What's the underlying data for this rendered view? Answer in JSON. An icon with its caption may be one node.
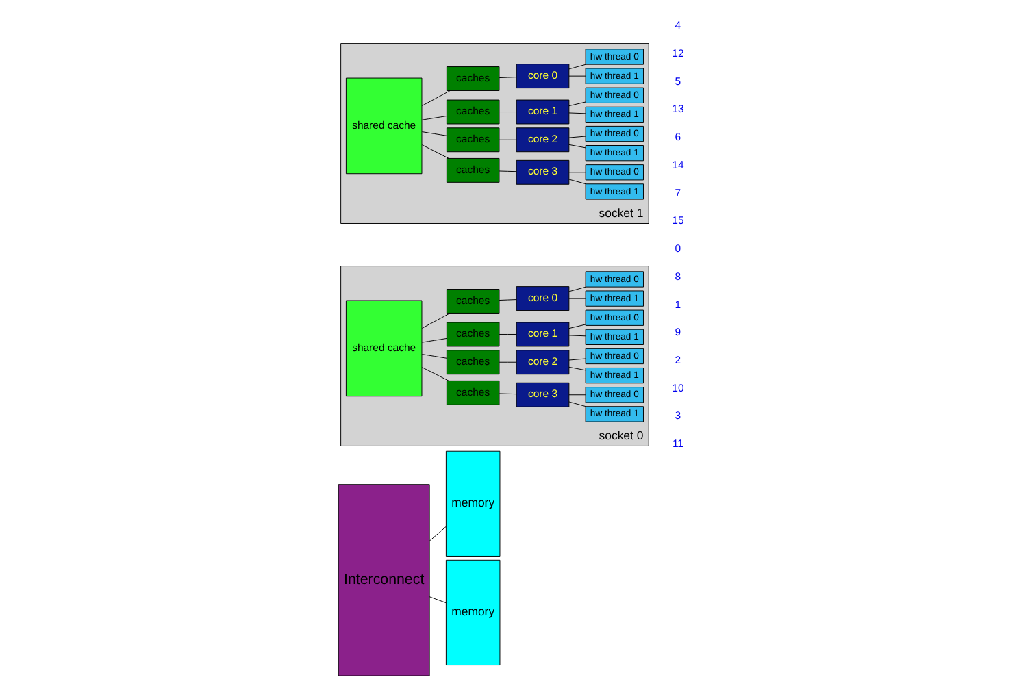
{
  "diagram": {
    "nodes": [
      {
        "text": [
          "Interconnect"
        ]
      },
      {
        "text": [
          "memory"
        ]
      },
      {
        "text": [
          "socket 0"
        ]
      },
      {
        "text": [
          "shared cache"
        ],
        "in": 2
      },
      {
        "text": [
          "caches"
        ],
        "in": 2
      },
      {
        "text": [
          "core 0"
        ],
        "in": 2
      },
      {
        "text": [
          "hw thread 0"
        ],
        "in": 2
      },
      {
        "text": [
          "hw thread 1"
        ],
        "in": 2
      },
      {
        "text": [
          "caches"
        ],
        "in": 2
      },
      {
        "text": [
          "core 1"
        ],
        "in": 2
      },
      {
        "text": [
          "hw thread 0"
        ],
        "in": 2
      },
      {
        "text": [
          "hw thread 1"
        ],
        "in": 2
      },
      {
        "text": [
          "caches"
        ],
        "in": 2
      },
      {
        "text": [
          "core 2"
        ],
        "in": 2
      },
      {
        "text": [
          "hw thread 0"
        ],
        "in": 2
      },
      {
        "text": [
          "hw thread 1"
        ],
        "in": 2
      },
      {
        "text": [
          "caches"
        ],
        "in": 2
      },
      {
        "text": [
          "core 3"
        ],
        "in": 2
      },
      {
        "text": [
          "hw thread 0"
        ],
        "in": 2
      },
      {
        "text": [
          "hw thread 1"
        ],
        "in": 2
      },
      {
        "text": [
          "memory"
        ]
      },
      {
        "text": [
          "socket 1"
        ]
      },
      {
        "text": [
          "shared cache"
        ],
        "in": 21
      },
      {
        "text": [
          "caches"
        ],
        "in": 21
      },
      {
        "text": [
          "core 0"
        ],
        "in": 21
      },
      {
        "text": [
          "hw thread 0"
        ],
        "in": 21
      },
      {
        "text": [
          "hw thread 1"
        ],
        "in": 21
      },
      {
        "text": [
          "caches"
        ],
        "in": 21
      },
      {
        "text": [
          "core 1"
        ],
        "in": 21
      },
      {
        "text": [
          "hw thread 0"
        ],
        "in": 21
      },
      {
        "text": [
          "hw thread 1"
        ],
        "in": 21
      },
      {
        "text": [
          "caches"
        ],
        "in": 21
      },
      {
        "text": [
          "core 2"
        ],
        "in": 21
      },
      {
        "text": [
          "hw thread 0"
        ],
        "in": 21
      },
      {
        "text": [
          "hw thread 1"
        ],
        "in": 21
      },
      {
        "text": [
          "caches"
        ],
        "in": 21
      },
      {
        "text": [
          "core 3"
        ],
        "in": 21
      },
      {
        "text": [
          "hw thread 0"
        ],
        "in": 21
      },
      {
        "text": [
          "hw thread 1"
        ],
        "in": 21
      }
    ],
    "edges": [
      {
        "from": 0,
        "to": 1,
        "arrow": "none"
      },
      {
        "from": 3,
        "to": 4,
        "arrow": "none"
      },
      {
        "from": 3,
        "to": 8,
        "arrow": "none"
      },
      {
        "from": 3,
        "to": 12,
        "arrow": "none"
      },
      {
        "from": 3,
        "to": 16,
        "arrow": "none"
      },
      {
        "from": 4,
        "to": 5,
        "arrow": "none"
      },
      {
        "from": 5,
        "to": 6,
        "arrow": "none"
      },
      {
        "from": 5,
        "to": 7,
        "arrow": "none"
      },
      {
        "from": 8,
        "to": 9,
        "arrow": "none"
      },
      {
        "from": 9,
        "to": 10,
        "arrow": "none"
      },
      {
        "from": 9,
        "to": 11,
        "arrow": "none"
      },
      {
        "from": 12,
        "to": 13,
        "arrow": "none"
      },
      {
        "from": 13,
        "to": 14,
        "arrow": "none"
      },
      {
        "from": 13,
        "to": 15,
        "arrow": "none"
      },
      {
        "from": 16,
        "to": 17,
        "arrow": "none"
      },
      {
        "from": 17,
        "to": 18,
        "arrow": "none"
      },
      {
        "from": 17,
        "to": 19,
        "arrow": "none"
      },
      {
        "from": 0,
        "to": 20,
        "arrow": "none"
      },
      {
        "from": 22,
        "to": 23,
        "arrow": "none"
      },
      {
        "from": 22,
        "to": 27,
        "arrow": "none"
      },
      {
        "from": 22,
        "to": 31,
        "arrow": "none"
      },
      {
        "from": 22,
        "to": 35,
        "arrow": "none"
      },
      {
        "from": 23,
        "to": 24,
        "arrow": "none"
      },
      {
        "from": 24,
        "to": 25,
        "arrow": "none"
      },
      {
        "from": 24,
        "to": 26,
        "arrow": "none"
      },
      {
        "from": 27,
        "to": 28,
        "arrow": "none"
      },
      {
        "from": 28,
        "to": 29,
        "arrow": "none"
      },
      {
        "from": 28,
        "to": 30,
        "arrow": "none"
      },
      {
        "from": 31,
        "to": 32,
        "arrow": "none"
      },
      {
        "from": 32,
        "to": 33,
        "arrow": "none"
      },
      {
        "from": 32,
        "to": 34,
        "arrow": "none"
      },
      {
        "from": 35,
        "to": 36,
        "arrow": "none"
      },
      {
        "from": 36,
        "to": 37,
        "arrow": "none"
      },
      {
        "from": 36,
        "to": 38,
        "arrow": "none"
      }
    ],
    "labels": [
      "0",
      "8",
      "1",
      "9",
      "2",
      "10",
      "3",
      "11",
      "4",
      "12",
      "5",
      "13",
      "6",
      "14",
      "7",
      "15"
    ]
  }
}
